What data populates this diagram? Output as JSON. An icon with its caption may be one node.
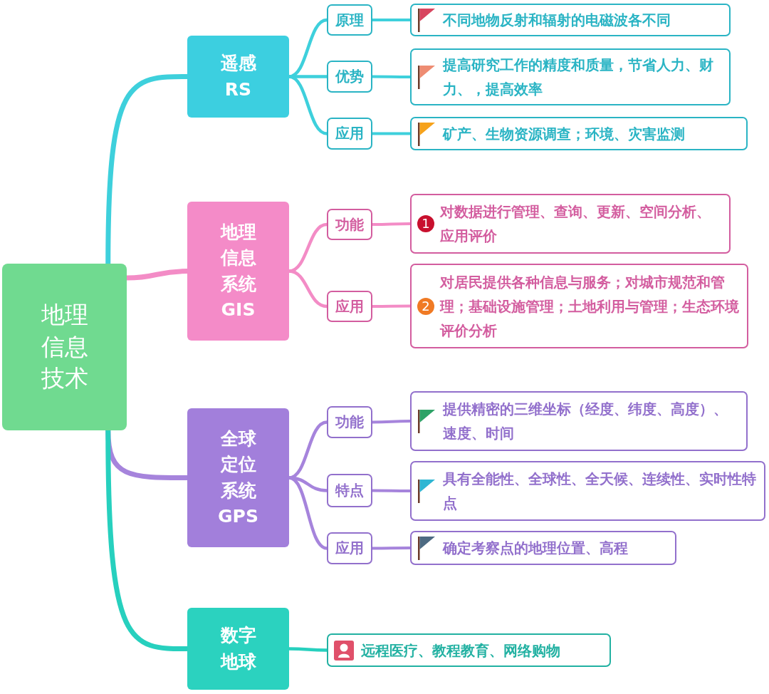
{
  "diagram": {
    "nodes": [
      {
        "text": [
          "地理信息技术"
        ]
      },
      {
        "text": [
          "遥感RS"
        ]
      },
      {
        "text": [
          "原理"
        ]
      },
      {
        "text": [
          "不同地物反射和辐射的电磁波各不同"
        ]
      },
      {
        "text": [
          "优势"
        ]
      },
      {
        "text": [
          "提高研究工作的精度和质量，节省人力、财力、，提高效率"
        ]
      },
      {
        "text": [
          "应用"
        ]
      },
      {
        "text": [
          "矿产、生物资源调查；环境、灾害监测"
        ]
      },
      {
        "text": [
          "地理信息系统GIS"
        ]
      },
      {
        "text": [
          "功能"
        ]
      },
      {
        "text": [
          "1",
          "对数据进行管理、查询、更新、空间分析、应用评价"
        ]
      },
      {
        "text": [
          "应用"
        ]
      },
      {
        "text": [
          "2",
          "对居民提供各种信息与服务；对城市规范和管理；基础设施管理；土地利用与管理；生态环境评价分析"
        ]
      },
      {
        "text": [
          "全球定位系统GPS"
        ]
      },
      {
        "text": [
          "功能"
        ]
      },
      {
        "text": [
          "提供精密的三维坐标（经度、纬度、高度）、速度、时间"
        ]
      },
      {
        "text": [
          "特点"
        ]
      },
      {
        "text": [
          "具有全能性、全球性、全天候、连续性、实时性特点"
        ]
      },
      {
        "text": [
          "应用"
        ]
      },
      {
        "text": [
          "确定考察点的地理位置、高程"
        ]
      },
      {
        "text": [
          "数字地球"
        ]
      },
      {
        "text": [
          "远程医疗、教程教育、网络购物"
        ]
      }
    ],
    "edges": [
      {
        "from": 0,
        "to": 1,
        "arrow": "none",
        "color": "#3ed0dc"
      },
      {
        "from": 0,
        "to": 8,
        "arrow": "none",
        "color": "#f38cc6"
      },
      {
        "from": 0,
        "to": 13,
        "arrow": "none",
        "color": "#a684dc"
      },
      {
        "from": 0,
        "to": 20,
        "arrow": "none",
        "color": "#27d0be"
      },
      {
        "from": 1,
        "to": 2,
        "arrow": "none",
        "color": "#3ed0dc"
      },
      {
        "from": 2,
        "to": 3,
        "arrow": "none",
        "color": "#3ed0dc"
      },
      {
        "from": 1,
        "to": 4,
        "arrow": "none",
        "color": "#3ed0dc"
      },
      {
        "from": 4,
        "to": 5,
        "arrow": "none",
        "color": "#3ed0dc"
      },
      {
        "from": 1,
        "to": 6,
        "arrow": "none",
        "color": "#3ed0dc"
      },
      {
        "from": 6,
        "to": 7,
        "arrow": "none",
        "color": "#3ed0dc"
      },
      {
        "from": 8,
        "to": 9,
        "arrow": "none",
        "color": "#f38cc6"
      },
      {
        "from": 9,
        "to": 10,
        "arrow": "none",
        "color": "#f38cc6"
      },
      {
        "from": 8,
        "to": 11,
        "arrow": "none",
        "color": "#f38cc6"
      },
      {
        "from": 11,
        "to": 12,
        "arrow": "none",
        "color": "#f38cc6"
      },
      {
        "from": 13,
        "to": 14,
        "arrow": "none",
        "color": "#a684dc"
      },
      {
        "from": 14,
        "to": 15,
        "arrow": "none",
        "color": "#a684dc"
      },
      {
        "from": 13,
        "to": 16,
        "arrow": "none",
        "color": "#a684dc"
      },
      {
        "from": 16,
        "to": 17,
        "arrow": "none",
        "color": "#a684dc"
      },
      {
        "from": 13,
        "to": 18,
        "arrow": "none",
        "color": "#a684dc"
      },
      {
        "from": 18,
        "to": 19,
        "arrow": "none",
        "color": "#a684dc"
      },
      {
        "from": 20,
        "to": 21,
        "arrow": "none",
        "color": "#27d0be"
      }
    ]
  }
}
